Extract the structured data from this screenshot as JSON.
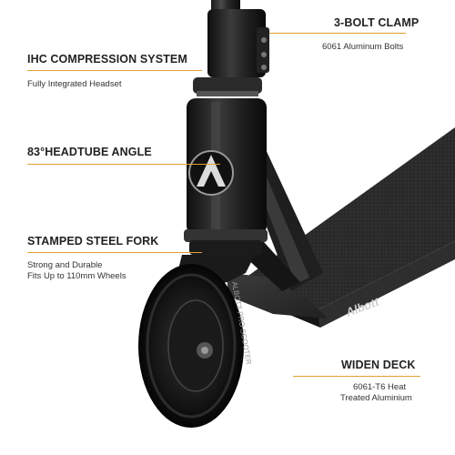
{
  "accent_color": "#e0a032",
  "callouts": {
    "clamp": {
      "title": "3-BOLT CLAMP",
      "desc": "6061 Aluminum Bolts"
    },
    "compression": {
      "title": "IHC COMPRESSION SYSTEM",
      "desc": "Fully Integrated Headset"
    },
    "headtube": {
      "title": "83°HEADTUBE ANGLE"
    },
    "fork": {
      "title": "STAMPED STEEL FORK",
      "desc_line1": "Strong and Durable",
      "desc_line2": "Fits Up to 110mm Wheels"
    },
    "deck": {
      "title": "WIDEN DECK",
      "desc_line1": "6061-T6 Heat",
      "desc_line2": "Treated Aluminium"
    }
  },
  "product": {
    "brand_on_deck": "Albott",
    "wheel_text": "ALBOTT PRO SCOOTER",
    "logo_icon": "a-arrow-logo-icon"
  }
}
